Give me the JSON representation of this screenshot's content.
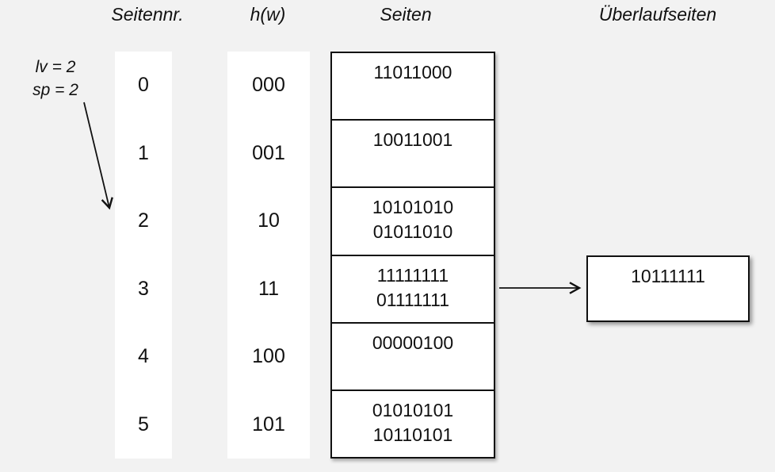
{
  "headers": {
    "seitennr": "Seitennr.",
    "hw": "h(w)",
    "seiten": "Seiten",
    "ueberlauf": "Überlaufseiten"
  },
  "annotation": {
    "lv": "lv = 2",
    "sp": "sp = 2"
  },
  "seitennr_values": [
    "0",
    "1",
    "2",
    "3",
    "4",
    "5"
  ],
  "hw_values": [
    "000",
    "001",
    "10",
    "11",
    "100",
    "101"
  ],
  "seiten_rows": [
    [
      "11011000"
    ],
    [
      "10011001"
    ],
    [
      "10101010",
      "01011010"
    ],
    [
      "11111111",
      "01111111"
    ],
    [
      "00000100"
    ],
    [
      "01010101",
      "10110101"
    ]
  ],
  "overflow": {
    "value": "10111111"
  },
  "colors": {
    "background": "#f2f2f2",
    "box_fill": "#ffffff",
    "stroke": "#111111"
  }
}
